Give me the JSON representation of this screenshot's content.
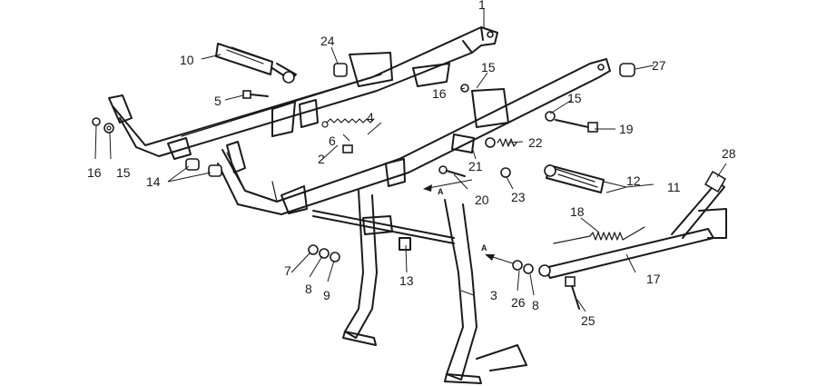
{
  "diagram": {
    "callouts": {
      "c1": "1",
      "c2": "2",
      "c3": "3",
      "c4": "4",
      "c5": "5",
      "c6": "6",
      "c7": "7",
      "c8a": "8",
      "c8b": "8",
      "c9": "9",
      "c10": "10",
      "c11": "11",
      "c12": "12",
      "c13": "13",
      "c14": "14",
      "c15a": "15",
      "c15b": "15",
      "c15c": "15",
      "c16a": "16",
      "c16b": "16",
      "c17": "17",
      "c18": "18",
      "c19": "19",
      "c20": "20",
      "c21": "21",
      "c22": "22",
      "c23": "23",
      "c24": "24",
      "c25": "25",
      "c26": "26",
      "c27": "27",
      "c28": "28"
    },
    "view_marks": {
      "a1": "A",
      "a2": "A"
    }
  }
}
